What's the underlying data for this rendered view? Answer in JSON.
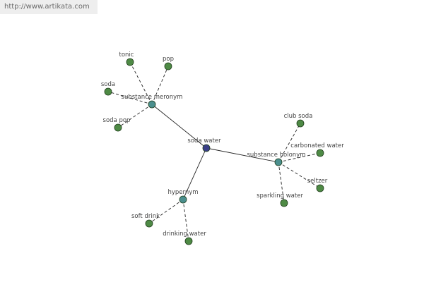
{
  "header": {
    "url": "http://www.artikata.com"
  },
  "colors": {
    "center_node": "#3a3f88",
    "relation_node": "#4b8f8e",
    "leaf_node": "#4e8a45",
    "edge": "#222222",
    "label": "#444444"
  },
  "graph": {
    "center": {
      "label": "soda water"
    },
    "relations": [
      {
        "id": "substance-meronym",
        "label": "substance meronym",
        "leaves": [
          "tonic",
          "pop",
          "soda",
          "soda pop"
        ]
      },
      {
        "id": "substance-holonym",
        "label": "substance holonym",
        "leaves": [
          "club soda",
          "carbonated water",
          "seltzer",
          "sparkling water"
        ]
      },
      {
        "id": "hypernym",
        "label": "hypernym",
        "leaves": [
          "soft drink",
          "drinking water"
        ]
      }
    ]
  }
}
